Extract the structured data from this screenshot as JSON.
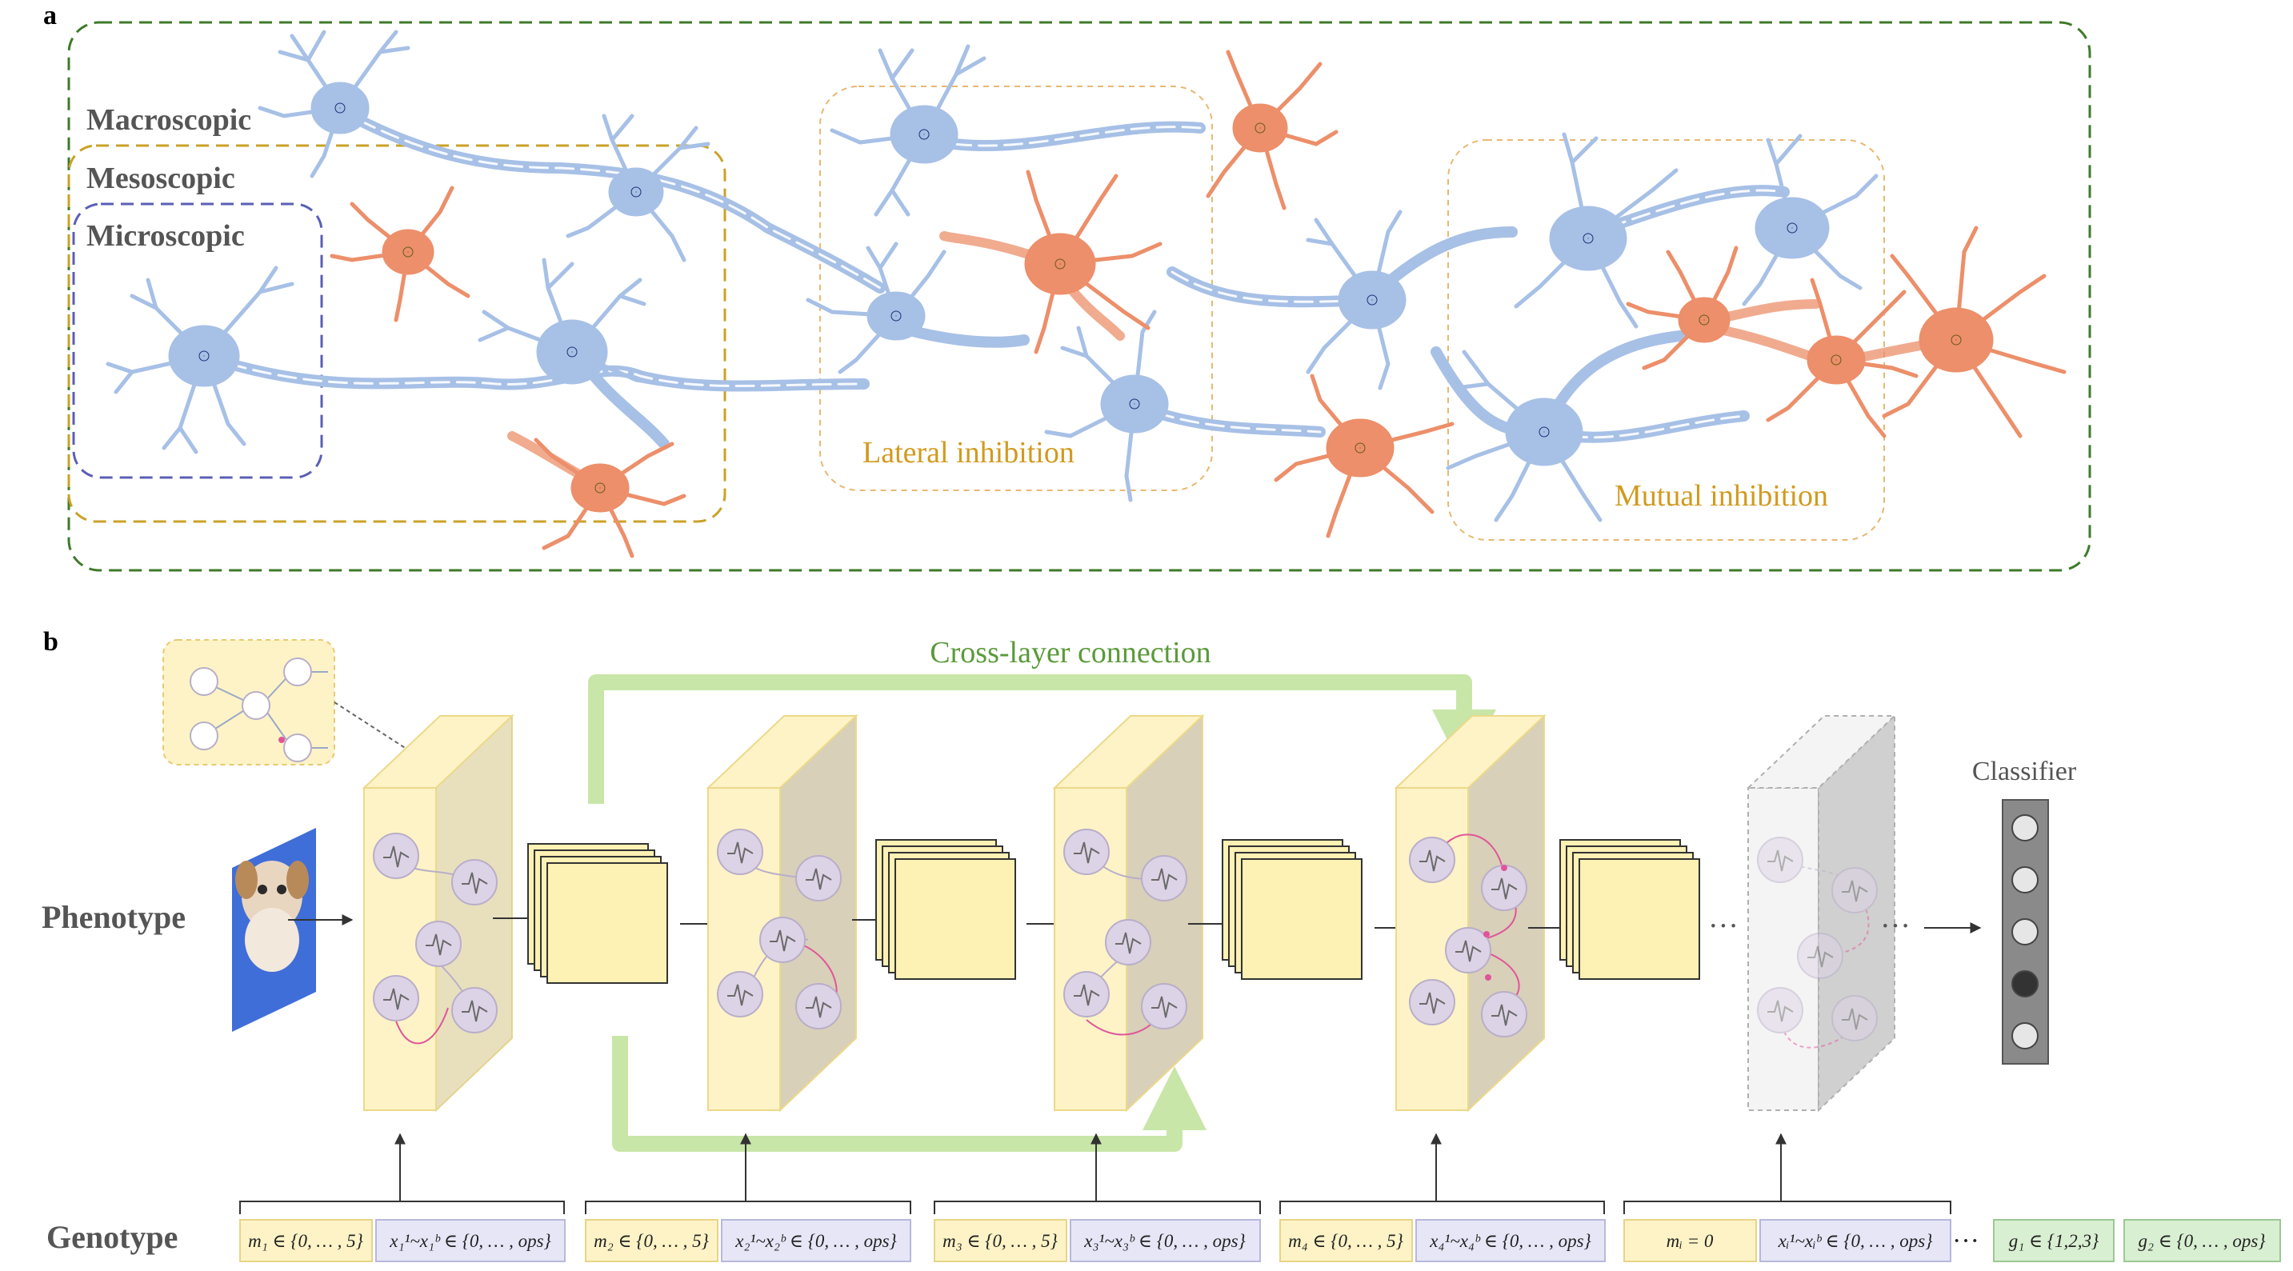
{
  "panel_a": {
    "label": "a",
    "scales": {
      "macro": "Macroscopic",
      "meso": "Mesoscopic",
      "micro": "Microscopic"
    },
    "annotations": {
      "lateral": "Lateral inhibition",
      "mutual": "Mutual inhibition"
    }
  },
  "panel_b": {
    "label": "b",
    "cross_layer": "Cross-layer connection",
    "phenotype": "Phenotype",
    "genotype": "Genotype",
    "classifier": "Classifier",
    "ellipsis": "···",
    "genes": [
      {
        "m": "m₁ ∈ {0, … , 5}",
        "x": "x₁¹~x₁ᵇ ∈ {0, … , ops}"
      },
      {
        "m": "m₂ ∈ {0, … , 5}",
        "x": "x₂¹~x₂ᵇ ∈ {0, … , ops}"
      },
      {
        "m": "m₃ ∈ {0, … , 5}",
        "x": "x₃¹~x₃ᵇ ∈ {0, … , ops}"
      },
      {
        "m": "m₄ ∈ {0, … , 5}",
        "x": "x₄¹~x₄ᵇ ∈ {0, … , ops}"
      },
      {
        "m": "mᵢ = 0",
        "x": "xᵢ¹~xᵢᵇ ∈ {0, … , ops}"
      }
    ],
    "g1": "g₁ ∈ {1,2,3}",
    "g2": "g₂ ∈ {0, … , ops}"
  },
  "colors": {
    "macro_box": "#3f7a2a",
    "meso_box": "#c9a227",
    "micro_box": "#5b5fb5",
    "inhibition_box": "#e8b872",
    "blue_neuron": "#a7c0e6",
    "orange_neuron": "#ec8f6a",
    "cross_layer": "#c8e6a8",
    "layer_fill": "#fdf3c6",
    "classifier": "#8a8a8a"
  }
}
